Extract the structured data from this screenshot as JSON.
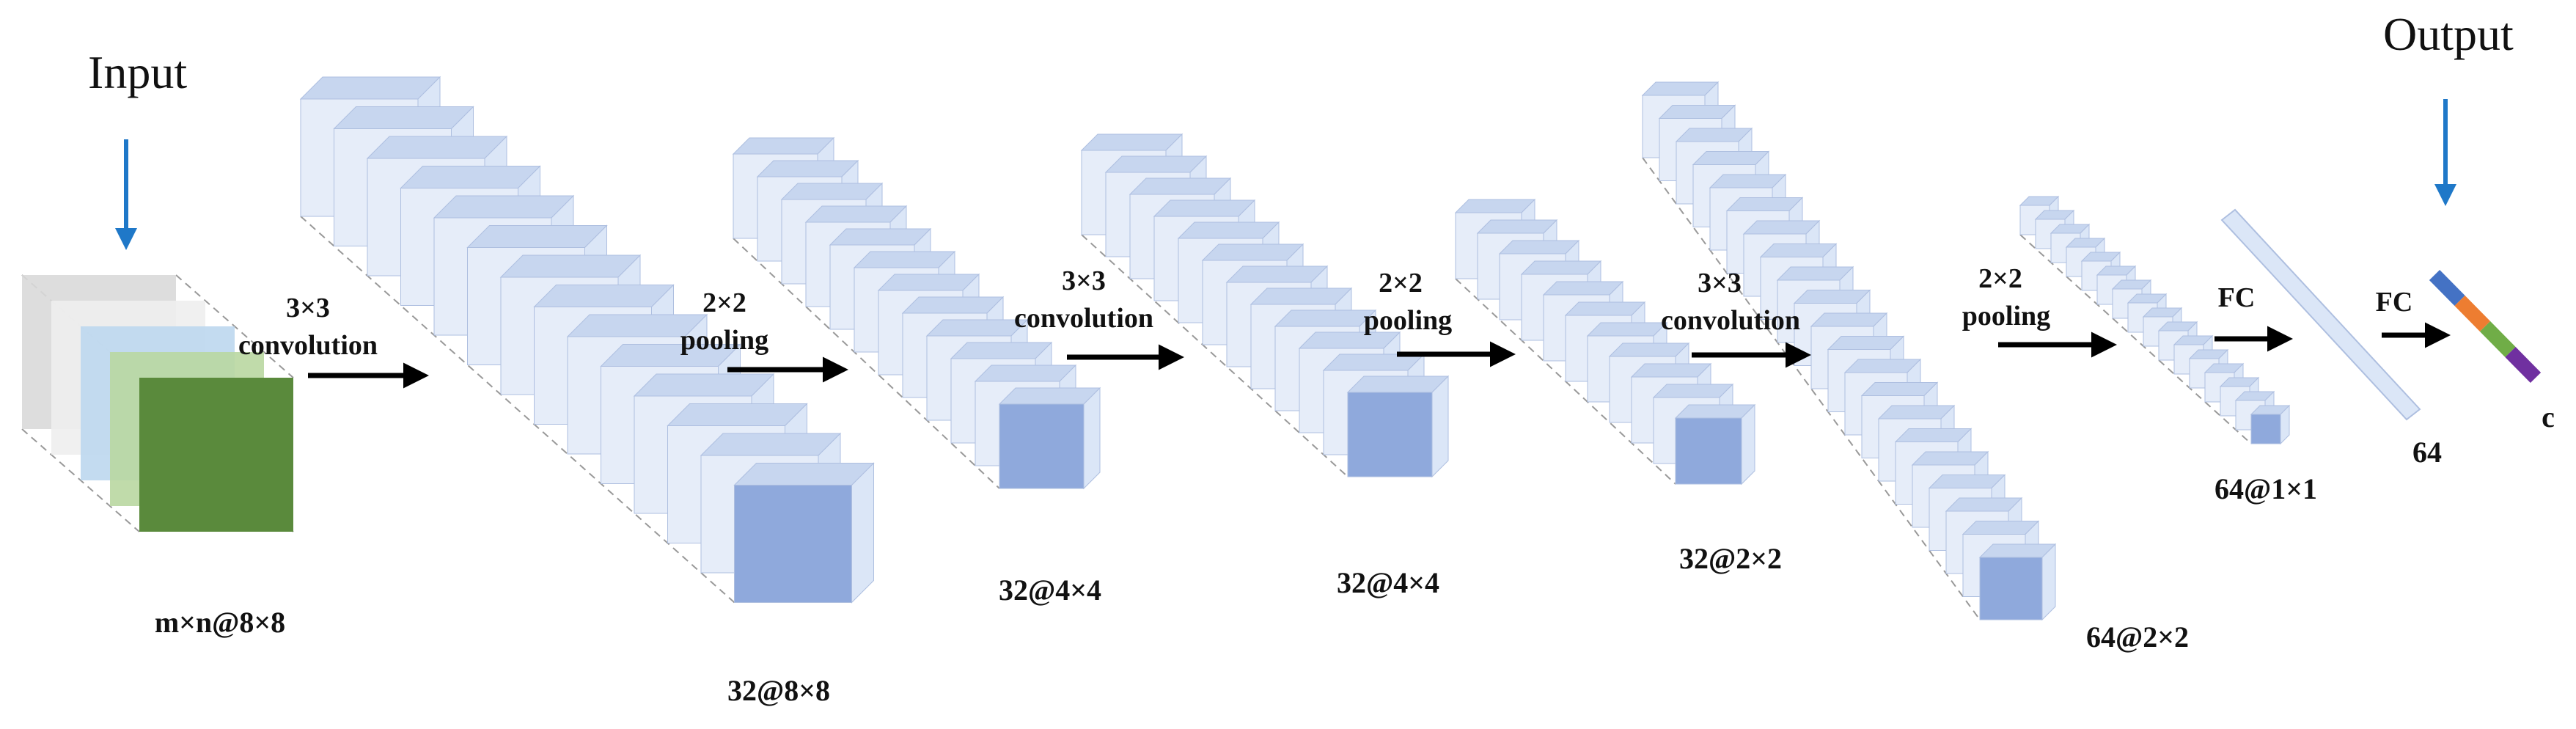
{
  "input_label": "Input",
  "output_label": "Output",
  "stages": [
    {
      "id": "input",
      "dims": "m×n@8×8"
    },
    {
      "id": "conv1",
      "dims": "32@8×8"
    },
    {
      "id": "pool1",
      "dims": "32@4×4"
    },
    {
      "id": "conv2",
      "dims": "32@4×4"
    },
    {
      "id": "pool2",
      "dims": "32@2×2"
    },
    {
      "id": "conv3",
      "dims": "64@2×2"
    },
    {
      "id": "pool3",
      "dims": "64@1×1"
    },
    {
      "id": "fc1",
      "dims": "64"
    },
    {
      "id": "out",
      "dims": "c"
    }
  ],
  "ops": [
    {
      "id": "op1",
      "line1": "3×3",
      "line2": "convolution"
    },
    {
      "id": "op2",
      "line1": "2×2",
      "line2": "pooling"
    },
    {
      "id": "op3",
      "line1": "3×3",
      "line2": "convolution"
    },
    {
      "id": "op4",
      "line1": "2×2",
      "line2": "pooling"
    },
    {
      "id": "op5",
      "line1": "3×3",
      "line2": "convolution"
    },
    {
      "id": "op6",
      "line1": "2×2",
      "line2": "pooling"
    },
    {
      "id": "op7",
      "line1": "FC"
    },
    {
      "id": "op8",
      "line1": "FC"
    }
  ],
  "colors": {
    "front_face": "#8fa9dc",
    "side_face": "#dbe6f7",
    "top_face": "#c7d6ef",
    "input_dark_green": "#5a8a3c",
    "input_light_green": "#b9d7a1",
    "input_light_blue": "#bdd7ee",
    "input_gray": "#d9d9d9",
    "arrow_blue": "#1f78c8",
    "out_seg1": "#4472c4",
    "out_seg2": "#ed7d31",
    "out_seg3": "#70ad47",
    "out_seg4": "#7030a0"
  }
}
